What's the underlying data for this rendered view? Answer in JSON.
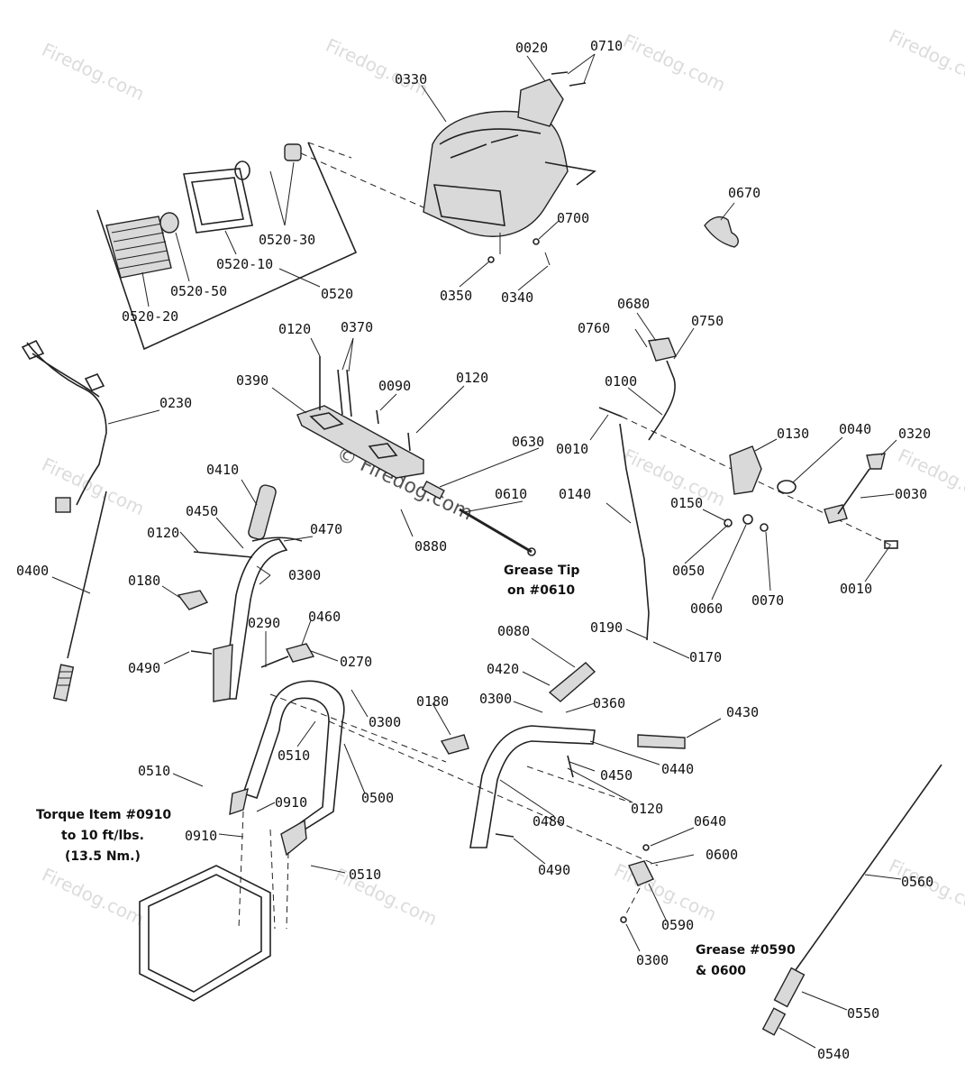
{
  "watermarks": {
    "text": "Firedog.com",
    "center_text": "© Firedog.com"
  },
  "colors": {
    "line": "#222222",
    "background": "#ffffff",
    "watermark": "#dcdcdc"
  },
  "labels": [
    {
      "id": "l0020",
      "text": "0020"
    },
    {
      "id": "l0710",
      "text": "0710"
    },
    {
      "id": "l0330",
      "text": "0330"
    },
    {
      "id": "l0670",
      "text": "0670"
    },
    {
      "id": "l0700",
      "text": "0700"
    },
    {
      "id": "l0350",
      "text": "0350"
    },
    {
      "id": "l0340",
      "text": "0340"
    },
    {
      "id": "l0520-30",
      "text": "0520-30"
    },
    {
      "id": "l0520-10",
      "text": "0520-10"
    },
    {
      "id": "l0520-50",
      "text": "0520-50"
    },
    {
      "id": "l0520",
      "text": "0520"
    },
    {
      "id": "l0520-20",
      "text": "0520-20"
    },
    {
      "id": "l0120a",
      "text": "0120"
    },
    {
      "id": "l0370",
      "text": "0370"
    },
    {
      "id": "l0680",
      "text": "0680"
    },
    {
      "id": "l0760",
      "text": "0760"
    },
    {
      "id": "l0750",
      "text": "0750"
    },
    {
      "id": "l0390",
      "text": "0390"
    },
    {
      "id": "l0090",
      "text": "0090"
    },
    {
      "id": "l0120b",
      "text": "0120"
    },
    {
      "id": "l0100",
      "text": "0100"
    },
    {
      "id": "l0230",
      "text": "0230"
    },
    {
      "id": "l0010a",
      "text": "0010"
    },
    {
      "id": "l0130",
      "text": "0130"
    },
    {
      "id": "l0040",
      "text": "0040"
    },
    {
      "id": "l0320",
      "text": "0320"
    },
    {
      "id": "l0630",
      "text": "0630"
    },
    {
      "id": "l0030",
      "text": "0030"
    },
    {
      "id": "l0410",
      "text": "0410"
    },
    {
      "id": "l0610",
      "text": "0610"
    },
    {
      "id": "l0140",
      "text": "0140"
    },
    {
      "id": "l0150",
      "text": "0150"
    },
    {
      "id": "l0450a",
      "text": "0450"
    },
    {
      "id": "l0470",
      "text": "0470"
    },
    {
      "id": "l0120c",
      "text": "0120"
    },
    {
      "id": "l0880",
      "text": "0880"
    },
    {
      "id": "l0300a",
      "text": "0300"
    },
    {
      "id": "l0050",
      "text": "0050"
    },
    {
      "id": "l0010b",
      "text": "0010"
    },
    {
      "id": "l0400",
      "text": "0400"
    },
    {
      "id": "l0180a",
      "text": "0180"
    },
    {
      "id": "l0060",
      "text": "0060"
    },
    {
      "id": "l0070",
      "text": "0070"
    },
    {
      "id": "l0460",
      "text": "0460"
    },
    {
      "id": "l0290",
      "text": "0290"
    },
    {
      "id": "l0080",
      "text": "0080"
    },
    {
      "id": "l0190",
      "text": "0190"
    },
    {
      "id": "l0490a",
      "text": "0490"
    },
    {
      "id": "l0270",
      "text": "0270"
    },
    {
      "id": "l0170",
      "text": "0170"
    },
    {
      "id": "l0420",
      "text": "0420"
    },
    {
      "id": "l0300b",
      "text": "0300"
    },
    {
      "id": "l0300c",
      "text": "0300"
    },
    {
      "id": "l0360",
      "text": "0360"
    },
    {
      "id": "l0430",
      "text": "0430"
    },
    {
      "id": "l0180b",
      "text": "0180"
    },
    {
      "id": "l0510a",
      "text": "0510"
    },
    {
      "id": "l0440",
      "text": "0440"
    },
    {
      "id": "l0450b",
      "text": "0450"
    },
    {
      "id": "l0510b",
      "text": "0510"
    },
    {
      "id": "l0500",
      "text": "0500"
    },
    {
      "id": "l0910a",
      "text": "0910"
    },
    {
      "id": "l0120d",
      "text": "0120"
    },
    {
      "id": "l0480",
      "text": "0480"
    },
    {
      "id": "l0640",
      "text": "0640"
    },
    {
      "id": "l0910b",
      "text": "0910"
    },
    {
      "id": "l0600",
      "text": "0600"
    },
    {
      "id": "l0490b",
      "text": "0490"
    },
    {
      "id": "l0510c",
      "text": "0510"
    },
    {
      "id": "l0560",
      "text": "0560"
    },
    {
      "id": "l0590",
      "text": "0590"
    },
    {
      "id": "l0300d",
      "text": "0300"
    },
    {
      "id": "l0550",
      "text": "0550"
    },
    {
      "id": "l0540",
      "text": "0540"
    }
  ],
  "notes": {
    "grease_tip_line1": "Grease Tip",
    "grease_tip_line2": "on #0610",
    "torque_line1": "Torque Item #0910",
    "torque_line2": "to 10 ft/lbs.",
    "torque_line3": "(13.5 Nm.)",
    "grease_line1": "Grease #0590",
    "grease_line2": "& 0600"
  }
}
